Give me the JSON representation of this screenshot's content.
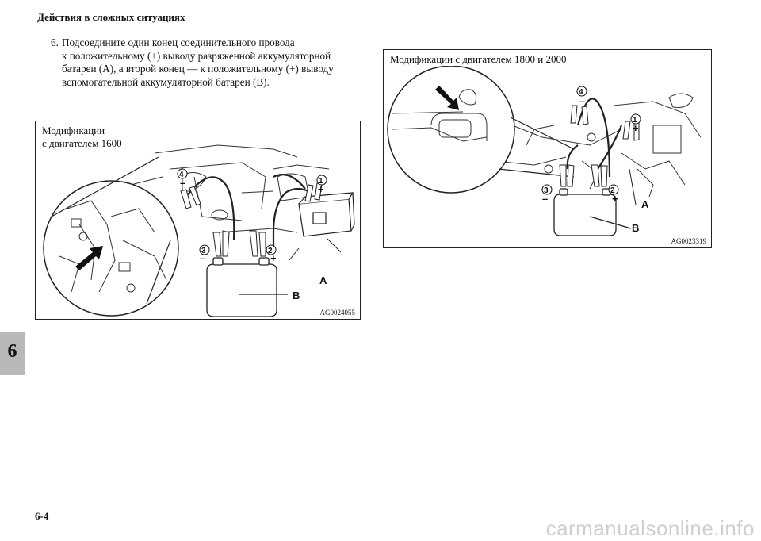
{
  "header": {
    "title": "Действия в сложных ситуациях"
  },
  "step": {
    "number": "6.",
    "lines": [
      "Подсоедините один конец соединительного провода",
      "к положительному (+) выводу разряженной аккумуляторной",
      "батареи (A), а второй конец — к положительному (+) выводу",
      "вспомогательной аккумуляторной батареи (B)."
    ]
  },
  "figure_left": {
    "title_lines": [
      "Модификации",
      "с двигателем 1600"
    ],
    "code": "AG0024055",
    "labels": {
      "A": "A",
      "B": "B",
      "n1": "1",
      "n2": "2",
      "n3": "3",
      "n4": "4",
      "plus": "+",
      "minus": "–"
    }
  },
  "figure_right": {
    "title": "Модификации с двигателем 1800 и 2000",
    "code": "AG0023319",
    "labels": {
      "A": "A",
      "B": "B",
      "n1": "1",
      "n2": "2",
      "n3": "3",
      "n4": "4",
      "plus": "+",
      "minus": "–"
    }
  },
  "section_tab": "6",
  "page_number": "6-4",
  "watermark": "carmanualsonline.info"
}
